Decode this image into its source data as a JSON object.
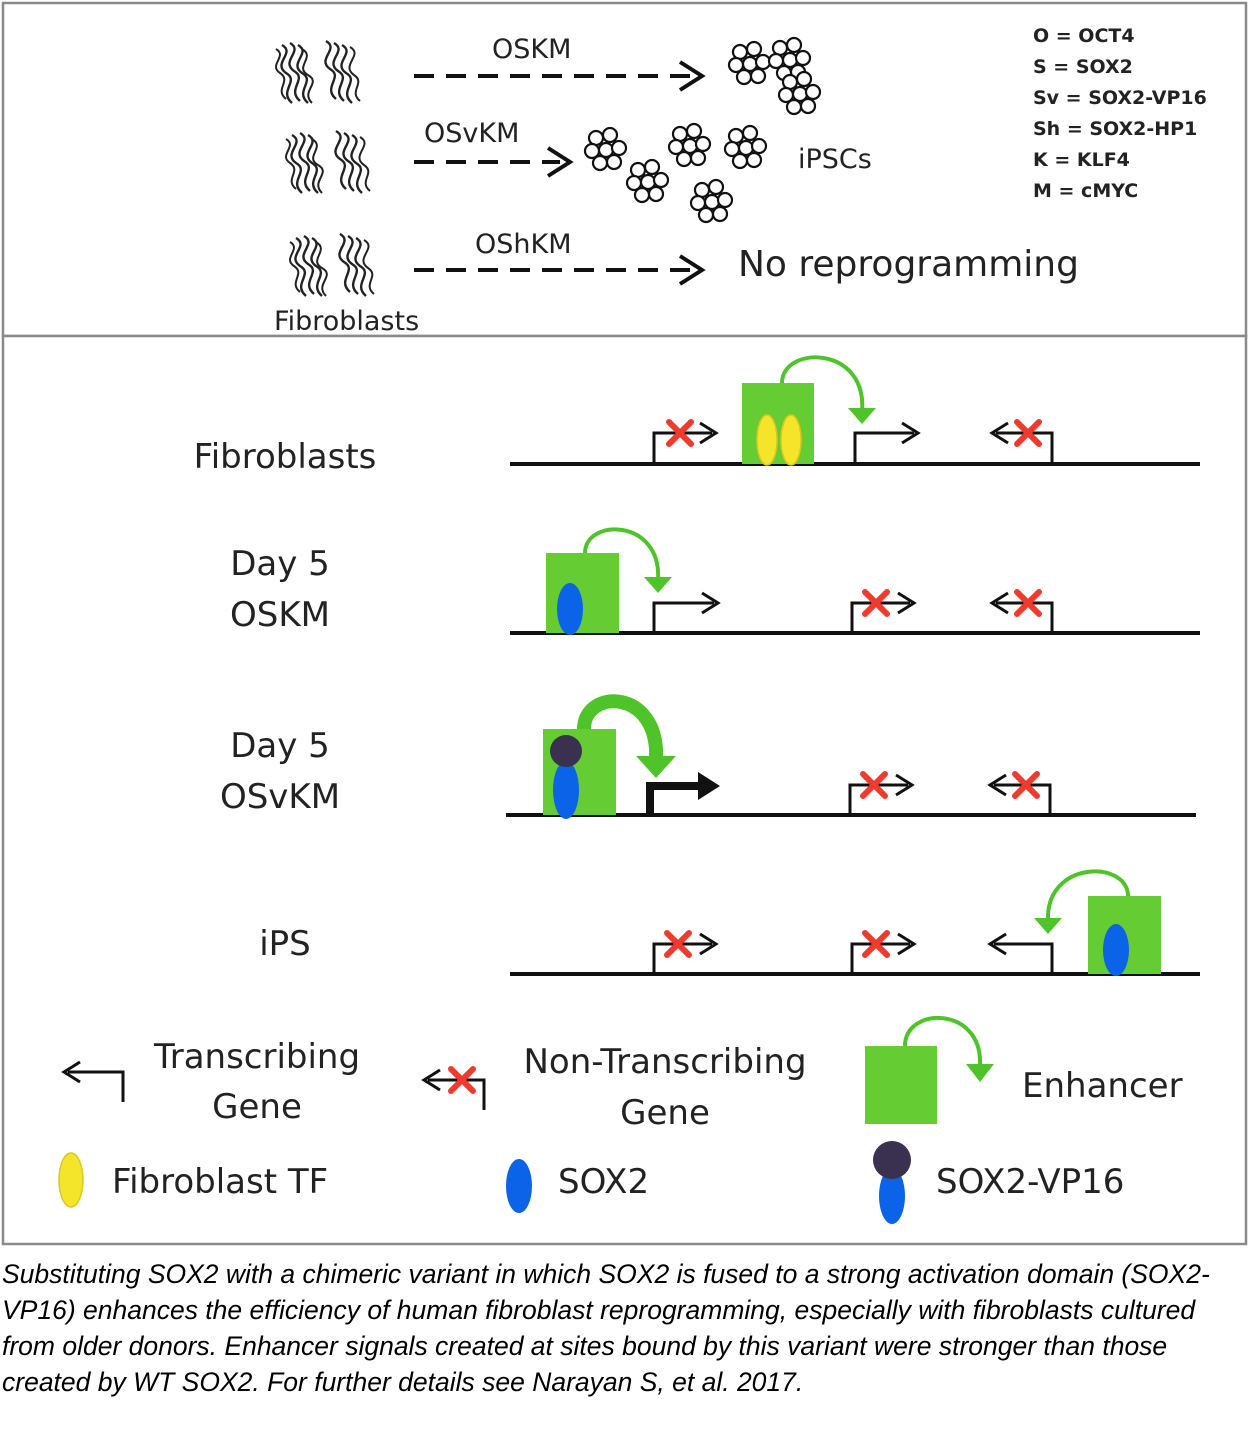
{
  "top_panel": {
    "legend": [
      "O = OCT4",
      "S =  SOX2",
      "Sv = SOX2-VP16",
      "Sh = SOX2-HP1",
      "K = KLF4",
      "M = cMYC"
    ],
    "rows": [
      {
        "factor": "OSKM"
      },
      {
        "factor": "OSvKM",
        "outcome": "iPSCs"
      },
      {
        "factor": "OShKM",
        "outcome": "No reprogramming"
      }
    ],
    "fibroblasts_label": "Fibroblasts"
  },
  "bottom_panel": {
    "rows": [
      {
        "label": [
          "Fibroblasts"
        ]
      },
      {
        "label": [
          "Day 5",
          "OSKM"
        ]
      },
      {
        "label": [
          "Day 5",
          "OSvKM"
        ]
      },
      {
        "label": [
          "iPS"
        ]
      }
    ],
    "legend": {
      "transcribing": [
        "Transcribing",
        "Gene"
      ],
      "non_transcribing": [
        "Non-Transcribing",
        "Gene"
      ],
      "enhancer": "Enhancer",
      "fibroblast_tf": "Fibroblast TF",
      "sox2": "SOX2",
      "sox2_vp16": "SOX2-VP16"
    }
  },
  "colors": {
    "enhancer_green": "#66cc33",
    "arrow_green": "#4fc42a",
    "cross_red": "#ee3b2e",
    "sox2_blue": "#0b63e8",
    "fibroblast_tf_yellow": "#f5e52a",
    "vp16_dark": "#3a3050"
  },
  "caption": "Substituting SOX2 with a chimeric variant in which SOX2 is fused to a strong activation domain (SOX2-VP16) enhances the efficiency of human fibroblast reprogramming, especially with fibroblasts cultured from older donors. Enhancer signals created at sites bound by this variant were stronger than those created by WT SOX2. For further details see Narayan S, et al. 2017."
}
